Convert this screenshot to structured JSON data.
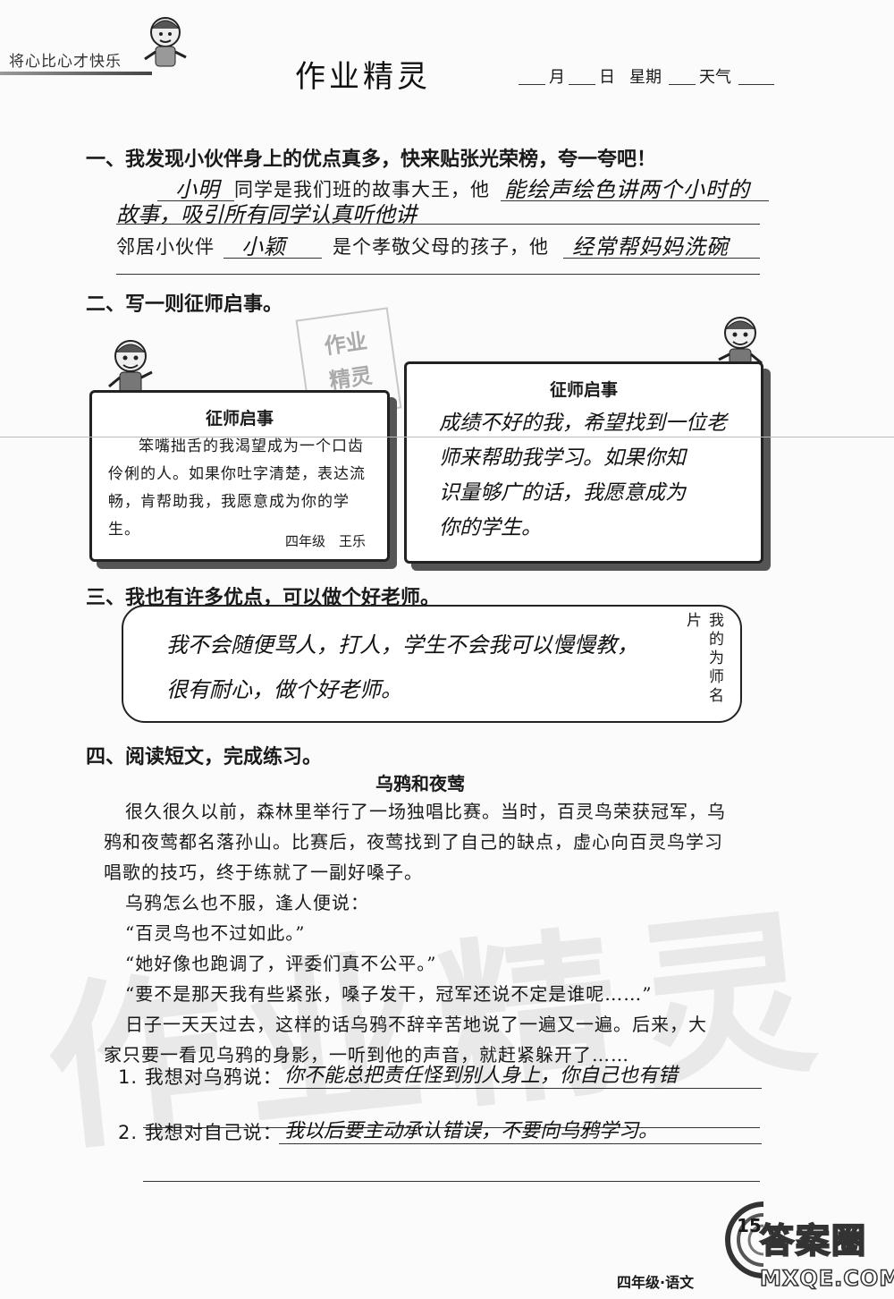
{
  "header": {
    "slogan": "将心比心才快乐",
    "title": "作业精灵",
    "date_line": {
      "month": "月",
      "day": "日",
      "weekday": "星期",
      "weather": "天气"
    }
  },
  "section1": {
    "title": "一、我发现小伙伴身上的优点真多，快来贴张光荣榜，夸一夸吧！",
    "line1_name": "小明",
    "line1_text": "同学是我们班的故事大王，他",
    "line1_answer_a": "能绘声绘色讲两个小时的",
    "line1_answer_b": "故事，吸引所有同学认真听他讲",
    "line2_prefix": "邻居小伙伴",
    "line2_name": "小颖",
    "line2_text": "是个孝敬父母的孩子，他",
    "line2_answer": "经常帮妈妈洗碗"
  },
  "section2": {
    "title": "二、写一则征师启事。",
    "stamp_line1": "作业",
    "stamp_line2": "精灵",
    "example": {
      "heading": "征师启事",
      "body": "笨嘴拙舌的我渴望成为一个口齿伶俐的人。如果你吐字清楚，表达流畅，肯帮助我，我愿意成为你的学生。",
      "signature": "四年级　王乐"
    },
    "answer": {
      "heading": "征师启事",
      "lines": [
        "成绩不好的我，希望找到一位老",
        "师来帮助我学习。如果你知",
        "识量够广的话，我愿意成为",
        "你的学生。"
      ]
    }
  },
  "section3": {
    "title": "三、我也有许多优点，可以做个好老师。",
    "card_label": "我的为师名片",
    "answer_lines": [
      "我不会随便骂人，打人，学生不会我可以慢慢教，",
      "很有耐心，做个好老师。"
    ]
  },
  "section4": {
    "title": "四、阅读短文，完成练习。",
    "story_title": "乌鸦和夜莺",
    "paragraphs": [
      "很久很久以前，森林里举行了一场独唱比赛。当时，百灵鸟荣获冠军，乌",
      "鸦和夜莺都名落孙山。比赛后，夜莺找到了自己的缺点，虚心向百灵鸟学习",
      "唱歌的技巧，终于练就了一副好嗓子。",
      "乌鸦怎么也不服，逢人便说：",
      "“百灵鸟也不过如此。”",
      "“她好像也跑调了，评委们真不公平。”",
      "“要不是那天我有些紧张，嗓子发干，冠军还说不定是谁呢……”",
      "日子一天天过去，这样的话乌鸦不辞辛苦地说了一遍又一遍。后来，大",
      "家只要一看见乌鸦的身影，一听到他的声音，就赶紧躲开了……"
    ],
    "q1_label": "1. 我想对乌鸦说：",
    "q1_answer": "你不能总把责任怪到别人身上，你自己也有错",
    "q2_label": "2. 我想对自己说：",
    "q2_answer": "我以后要主动承认错误，不要向乌鸦学习。"
  },
  "footer": {
    "page_number": "15",
    "grade_subject": "四年级·语文",
    "watermark_site": "答案圈",
    "watermark_url": "MXQE.COM",
    "big_watermark": "作业精灵"
  }
}
